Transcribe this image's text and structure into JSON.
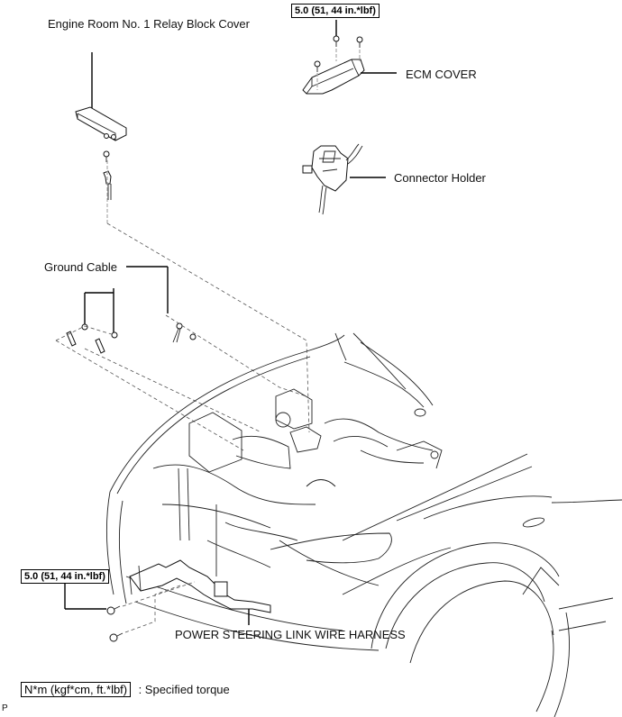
{
  "figure": {
    "corner_code": "P",
    "labels": {
      "relay_block_cover": "Engine Room No. 1 Relay Block Cover",
      "ecm_cover": "ECM COVER",
      "connector_holder": "Connector Holder",
      "ground_cable": "Ground Cable",
      "harness": "POWER STEERING LINK WIRE HARNESS"
    },
    "torque_specs": [
      {
        "part": "ecm-cover-bolt",
        "value": "5.0 (51, 44 in.*lbf)"
      },
      {
        "part": "harness-bolt",
        "value": "5.0 (51, 44 in.*lbf)"
      }
    ],
    "legend": {
      "units": "N*m (kgf*cm, ft.*lbf)",
      "description": ": Specified torque"
    }
  }
}
